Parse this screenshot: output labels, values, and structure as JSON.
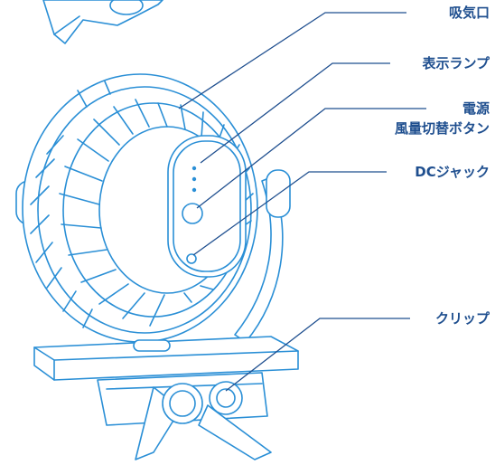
{
  "labels": {
    "intake": "吸気口",
    "indicator": "表示ランプ",
    "power_line1": "電源",
    "power_line2": "風量切替ボタン",
    "dc_jack": "DCジャック",
    "clip": "クリップ"
  },
  "colors": {
    "line_art": "#2a8fd6",
    "label_text": "#1f4f8f",
    "background": "#ffffff"
  }
}
